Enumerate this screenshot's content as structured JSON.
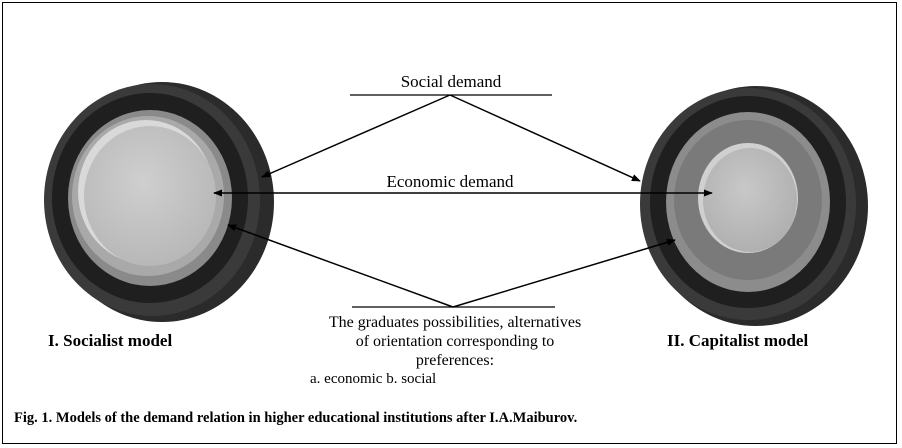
{
  "labels": {
    "social_demand": "Social demand",
    "economic_demand": "Economic demand",
    "left_model": "I. Socialist model",
    "right_model": "II. Capitalist model"
  },
  "graduates": {
    "line1": "The graduates possibilities, alternatives",
    "line2": "of orientation corresponding to",
    "line3": "preferences:",
    "line4": "a. economic b. social"
  },
  "caption": "Fig. 1.  Models of the demand relation in higher educational institutions after I.A.Maiburov."
}
